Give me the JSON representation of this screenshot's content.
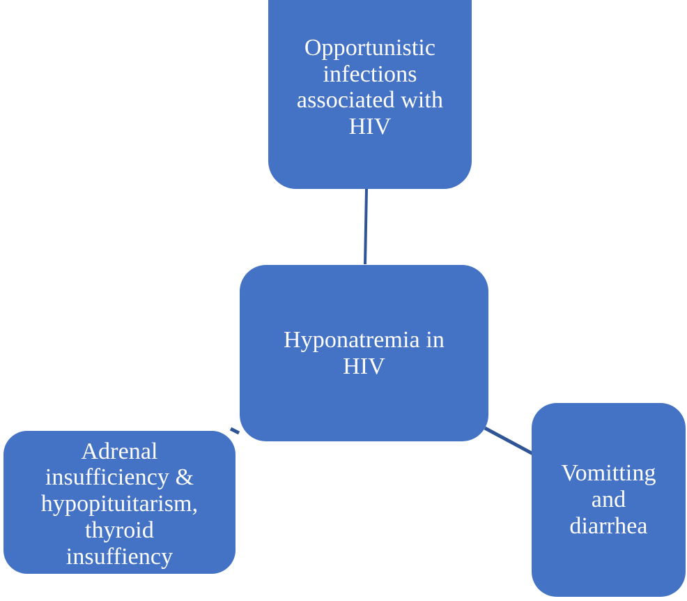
{
  "diagram": {
    "type": "hub-and-spoke",
    "title": "Hyponatremia in HIV",
    "background_color": "#FFFFFF",
    "node_fill_color": "#4472C4",
    "node_text_color": "#FFFFFF",
    "connector_color": "#2F5597",
    "nodes": [
      {
        "id": "top",
        "role": "cause",
        "label": "Opportunistic\ninfections\nassociated with\nHIV"
      },
      {
        "id": "center",
        "role": "hub",
        "label": "Hyponatremia in\nHIV"
      },
      {
        "id": "left",
        "role": "cause",
        "label": "Adrenal\ninsufficiency &\nhypopituitarism,\nthyroid\ninsuffiency"
      },
      {
        "id": "right",
        "role": "cause",
        "label": "Vomitting\nand\ndiarrhea"
      }
    ],
    "connectors": [
      {
        "id": "center-to-top",
        "from": "center",
        "to": "top"
      },
      {
        "id": "center-to-left",
        "from": "center",
        "to": "left"
      },
      {
        "id": "center-to-right",
        "from": "center",
        "to": "right"
      }
    ]
  }
}
